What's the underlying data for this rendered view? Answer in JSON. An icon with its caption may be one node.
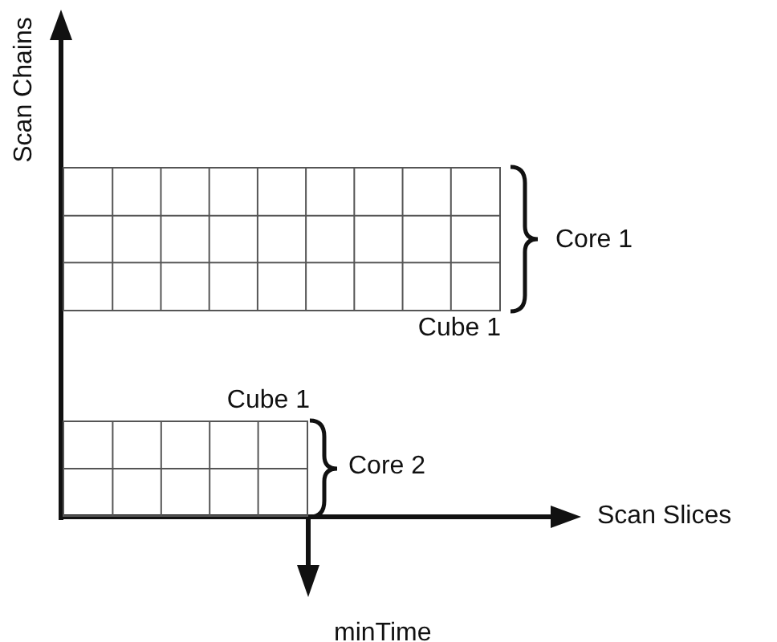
{
  "diagram": {
    "nodes": [
      {
        "text": [],
        "shape": "grid",
        "beside": [
          "Cube 1",
          "Core 1"
        ]
      },
      {
        "text": [],
        "shape": "grid",
        "beside": [
          "Cube 1",
          "Core 2"
        ]
      }
    ],
    "labels": [
      "Scan Chains",
      "Scan Slices",
      "minTime"
    ]
  }
}
